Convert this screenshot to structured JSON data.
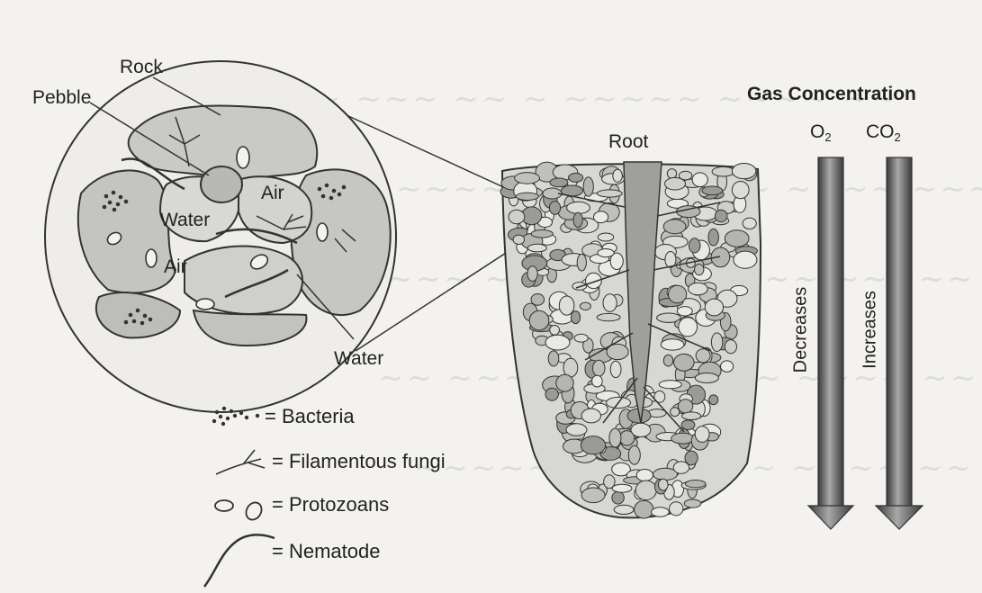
{
  "labels": {
    "rock": "Rock",
    "pebble": "Pebble",
    "air_top": "Air",
    "water_left": "Water",
    "air_bottom": "Air",
    "water_bottom": "Water",
    "root": "Root"
  },
  "gas": {
    "title": "Gas Concentration",
    "o2_base": "O",
    "o2_sub": "2",
    "co2_base": "CO",
    "co2_sub": "2",
    "o2_trend": "Decreases",
    "co2_trend": "Increases"
  },
  "legend": [
    {
      "icon": "bacteria-icon",
      "text": "= Bacteria"
    },
    {
      "icon": "fungi-icon",
      "text": "= Filamentous fungi"
    },
    {
      "icon": "protozoan-icon",
      "text": "= Protozoans"
    },
    {
      "icon": "nematode-icon",
      "text": "= Nematode"
    }
  ]
}
